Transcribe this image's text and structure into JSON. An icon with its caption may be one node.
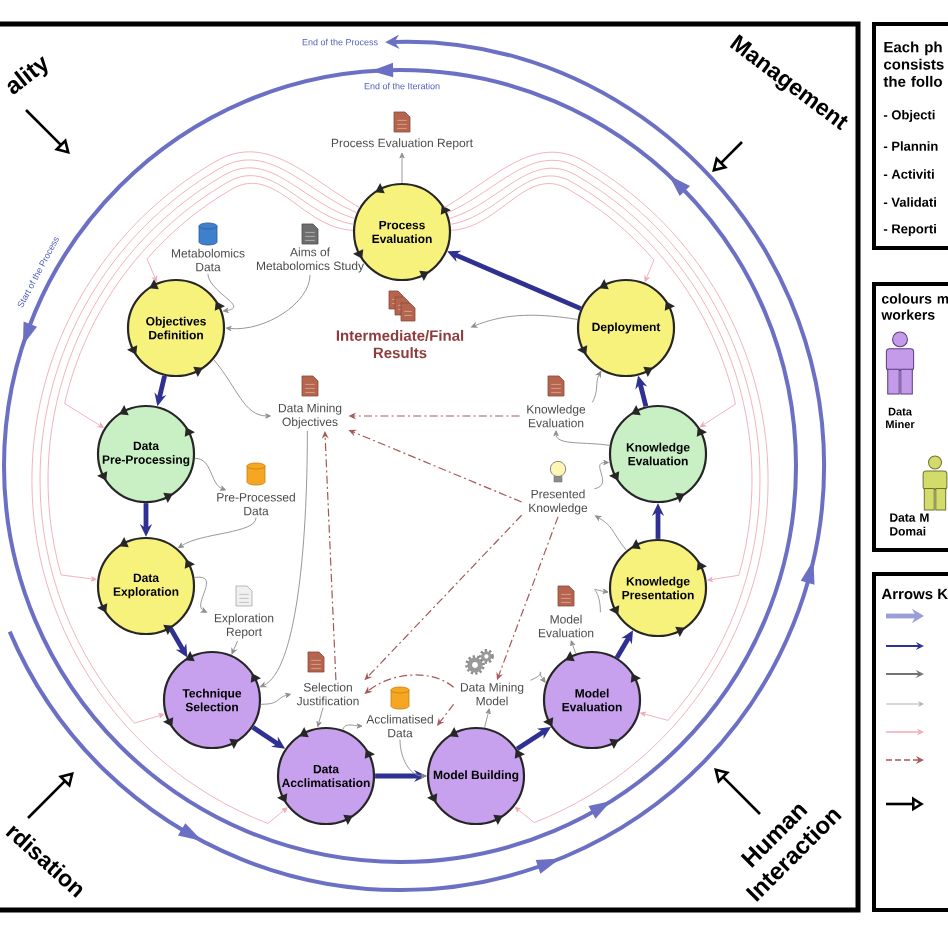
{
  "diagram": {
    "nodes": [
      {
        "text": [
          "Process Evaluation Report"
        ]
      },
      {
        "text": [
          "Process Evaluation"
        ]
      },
      {
        "text": [
          "Metabolomics Data"
        ]
      },
      {
        "text": [
          "Aims of Metabolomics Study"
        ]
      },
      {
        "text": [
          "Intermediate/Final Results"
        ]
      },
      {
        "text": [
          "Objectives Definition"
        ]
      },
      {
        "text": [
          "Deployment"
        ]
      },
      {
        "text": [
          "Knowledge Evaluation"
        ]
      },
      {
        "text": [
          "Data Mining Objectives"
        ]
      },
      {
        "text": [
          "Knowledge Evaluation"
        ]
      },
      {
        "text": [
          "Data Pre-Processing"
        ]
      },
      {
        "text": [
          "Pre-Processed Data"
        ]
      },
      {
        "text": [
          "Presented Knowledge"
        ]
      },
      {
        "text": [
          "Data Exploration"
        ]
      },
      {
        "text": [
          "Knowledge Presentation"
        ]
      },
      {
        "text": [
          "Exploration Report"
        ]
      },
      {
        "text": [
          "Model Evaluation"
        ]
      },
      {
        "text": [
          "Selection Justification"
        ]
      },
      {
        "text": [
          "Data Mining Model"
        ]
      },
      {
        "text": [
          "Technique Selection"
        ]
      },
      {
        "text": [
          "Model Evaluation"
        ]
      },
      {
        "text": [
          "Acclimatised Data"
        ]
      },
      {
        "text": [
          "Data Acclimatisation"
        ]
      },
      {
        "text": [
          "Model Building"
        ]
      }
    ],
    "edges": [
      {
        "from": 5,
        "to": 10,
        "arrow": "to",
        "style": "thick",
        "color": "#2e3192"
      },
      {
        "from": 10,
        "to": 13,
        "arrow": "to",
        "style": "thick",
        "color": "#2e3192"
      },
      {
        "from": 13,
        "to": 19,
        "arrow": "to",
        "style": "thick",
        "color": "#2e3192"
      },
      {
        "from": 19,
        "to": 22,
        "arrow": "to",
        "style": "thick",
        "color": "#2e3192"
      },
      {
        "from": 22,
        "to": 23,
        "arrow": "to",
        "style": "thick",
        "color": "#2e3192"
      },
      {
        "from": 23,
        "to": 20,
        "arrow": "to",
        "style": "thick",
        "color": "#2e3192"
      },
      {
        "from": 20,
        "to": 14,
        "arrow": "to",
        "style": "thick",
        "color": "#2e3192"
      },
      {
        "from": 14,
        "to": 9,
        "arrow": "to",
        "style": "thick",
        "color": "#2e3192"
      },
      {
        "from": 9,
        "to": 6,
        "arrow": "to",
        "style": "thick",
        "color": "#2e3192"
      },
      {
        "from": 6,
        "to": 1,
        "arrow": "to",
        "style": "thick",
        "color": "#2e3192"
      },
      {
        "from": 1,
        "to": 0,
        "arrow": "to"
      },
      {
        "from": 2,
        "to": 5,
        "arrow": "to"
      },
      {
        "from": 3,
        "to": 5,
        "arrow": "to"
      },
      {
        "from": 5,
        "to": 8,
        "arrow": "to"
      },
      {
        "from": 10,
        "to": 11,
        "arrow": "to"
      },
      {
        "from": 11,
        "to": 13,
        "arrow": "to"
      },
      {
        "from": 13,
        "to": 15,
        "arrow": "to"
      },
      {
        "from": 15,
        "to": 19,
        "arrow": "to"
      },
      {
        "from": 8,
        "to": 19,
        "arrow": "to"
      },
      {
        "from": 19,
        "to": 17,
        "arrow": "to"
      },
      {
        "from": 17,
        "to": 22,
        "arrow": "to"
      },
      {
        "from": 22,
        "to": 21,
        "arrow": "to"
      },
      {
        "from": 21,
        "to": 23,
        "arrow": "to"
      },
      {
        "from": 23,
        "to": 18,
        "arrow": "to"
      },
      {
        "from": 18,
        "to": 20,
        "arrow": "to"
      },
      {
        "from": 20,
        "to": 16,
        "arrow": "to"
      },
      {
        "from": 16,
        "to": 14,
        "arrow": "to"
      },
      {
        "from": 14,
        "to": 12,
        "arrow": "to"
      },
      {
        "from": 12,
        "to": 9,
        "arrow": "to"
      },
      {
        "from": 9,
        "to": 7,
        "arrow": "to"
      },
      {
        "from": 7,
        "to": 6,
        "arrow": "to"
      },
      {
        "from": 6,
        "to": 4,
        "arrow": "to"
      },
      {
        "from": 7,
        "to": 8,
        "arrow": "to",
        "style": "dashed",
        "color": "#a65858"
      },
      {
        "from": 12,
        "to": 8,
        "arrow": "to",
        "style": "dashed",
        "color": "#a65858"
      },
      {
        "from": 17,
        "to": 8,
        "arrow": "to",
        "style": "dashed",
        "color": "#a65858"
      },
      {
        "from": 12,
        "to": 17,
        "arrow": "to",
        "style": "dashed",
        "color": "#a65858"
      },
      {
        "from": 18,
        "to": 17,
        "arrow": "to",
        "style": "dashed",
        "color": "#a65858"
      },
      {
        "from": 18,
        "to": 21,
        "arrow": "to",
        "style": "dashed",
        "color": "#a65858"
      },
      {
        "from": 12,
        "to": 18,
        "arrow": "to",
        "style": "dashed",
        "color": "#a65858"
      },
      {
        "from": 1,
        "to": 5,
        "arrow": "to",
        "color": "#efaab6"
      },
      {
        "from": 1,
        "to": 10,
        "arrow": "to",
        "color": "#efaab6"
      },
      {
        "from": 1,
        "to": 13,
        "arrow": "to",
        "color": "#efaab6"
      },
      {
        "from": 1,
        "to": 19,
        "arrow": "to",
        "color": "#efaab6"
      },
      {
        "from": 1,
        "to": 22,
        "arrow": "to",
        "color": "#efaab6"
      },
      {
        "from": 1,
        "to": 6,
        "arrow": "to",
        "color": "#efaab6"
      },
      {
        "from": 1,
        "to": 9,
        "arrow": "to",
        "color": "#efaab6"
      },
      {
        "from": 1,
        "to": 14,
        "arrow": "to",
        "color": "#efaab6"
      },
      {
        "from": 1,
        "to": 20,
        "arrow": "to",
        "color": "#efaab6"
      },
      {
        "from": 1,
        "to": 23,
        "arrow": "to",
        "color": "#efaab6"
      }
    ],
    "labels": [
      "End of the Process",
      "ality",
      "Management",
      "Each ph consists the follo",
      "End of the Iteration",
      "- Objecti",
      "Start of the Process",
      "- Plannin",
      "- Activiti",
      "- Validati",
      "- Reporti",
      "colours m workers",
      "Arrows K",
      "rdisation",
      "Human Interaction"
    ],
    "legend": [
      {
        "text": "Data Miner"
      },
      {
        "text": "Data M Domai"
      }
    ]
  }
}
